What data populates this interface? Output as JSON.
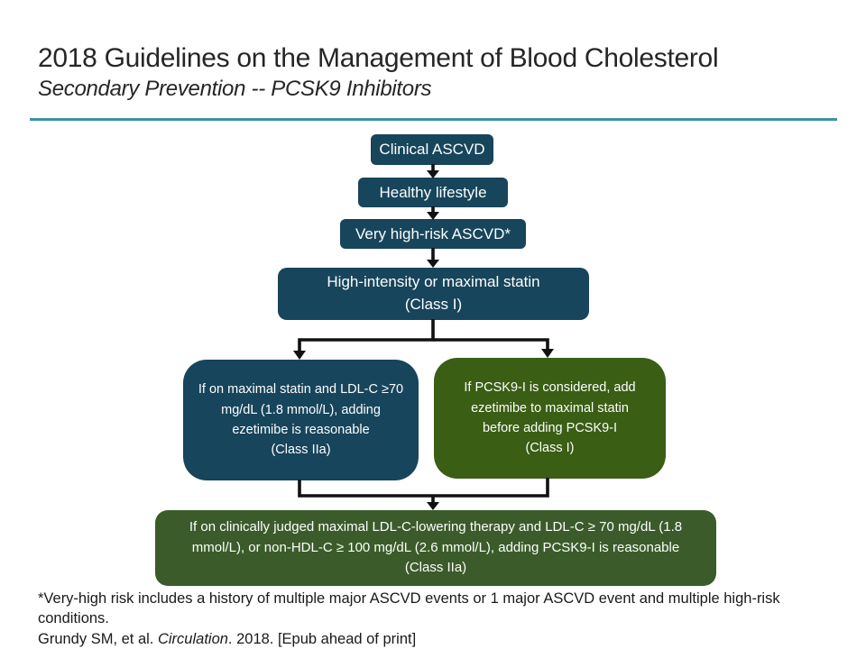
{
  "header": {
    "title": "2018 Guidelines on the Management of Blood Cholesterol",
    "subtitle": "Secondary Prevention -- PCSK9 Inhibitors"
  },
  "colors": {
    "navy": "#17455b",
    "green_bright": "#3a5e14",
    "green_muted": "#3b5c2a",
    "divider_teal": "#3d93a3",
    "arrow_black": "#111111"
  },
  "flowchart": {
    "nodes": [
      {
        "id": "clinical-ascvd",
        "text": "Clinical ASCVD"
      },
      {
        "id": "healthy-lifestyle",
        "text": "Healthy lifestyle"
      },
      {
        "id": "very-high-risk-ascvd",
        "text": "Very high-risk ASCVD*"
      },
      {
        "id": "high-intensity-statin",
        "text": "High-intensity or maximal statin",
        "class_line": "(Class I)"
      },
      {
        "id": "ezetimibe-reasonable",
        "text": "If on maximal statin and LDL-C ≥70 mg/dL (1.8 mmol/L), adding ezetimibe is reasonable",
        "class_line": "(Class IIa)"
      },
      {
        "id": "pcsk9-considered",
        "text": "If PCSK9-I is considered, add ezetimibe to maximal statin before adding PCSK9-I",
        "class_line": "(Class I)"
      },
      {
        "id": "pcsk9-reasonable",
        "text": "If on clinically judged maximal LDL-C-lowering therapy and LDL-C ≥ 70 mg/dL (1.8 mmol/L), or non-HDL-C ≥ 100 mg/dL (2.6 mmol/L), adding PCSK9-I is reasonable",
        "class_line": "(Class IIa)"
      }
    ]
  },
  "footnote": "*Very-high risk includes a history of multiple major ASCVD events or 1 major ASCVD event and multiple high-risk conditions.",
  "citation": {
    "prefix": "Grundy SM, et al. ",
    "journal": "Circulation",
    "suffix": ". 2018. [Epub ahead of print]"
  }
}
